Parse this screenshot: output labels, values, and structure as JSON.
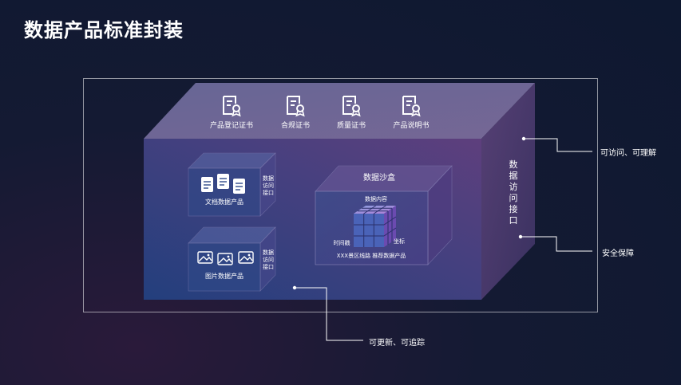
{
  "title": "数据产品标准封装",
  "certificates": [
    {
      "label": "产品登记证书",
      "icon": "certificate-icon"
    },
    {
      "label": "合规证书",
      "icon": "certificate-icon"
    },
    {
      "label": "质量证书",
      "icon": "certificate-icon"
    },
    {
      "label": "产品说明书",
      "icon": "certificate-icon"
    }
  ],
  "side_interface": "数据访问接口",
  "doc_box": {
    "label": "文档数据产品",
    "interface": "数据访问接口"
  },
  "image_box": {
    "label": "图片数据产品",
    "interface": "数据访问接口"
  },
  "sandbox": {
    "title": "数据沙盒",
    "content_label": "数据内容",
    "time_label": "时间戳",
    "coord_label": "坐标",
    "product_label": "XXX景区线路 推荐数据产品"
  },
  "callouts": {
    "accessible": "可访问、可理解",
    "security": "安全保障",
    "traceable": "可更新、可追踪"
  },
  "colors": {
    "line": "#ffffff",
    "box_edge": "#8a86b8",
    "front_face_start": "#27457f",
    "front_face_end": "#5a3e7e"
  }
}
